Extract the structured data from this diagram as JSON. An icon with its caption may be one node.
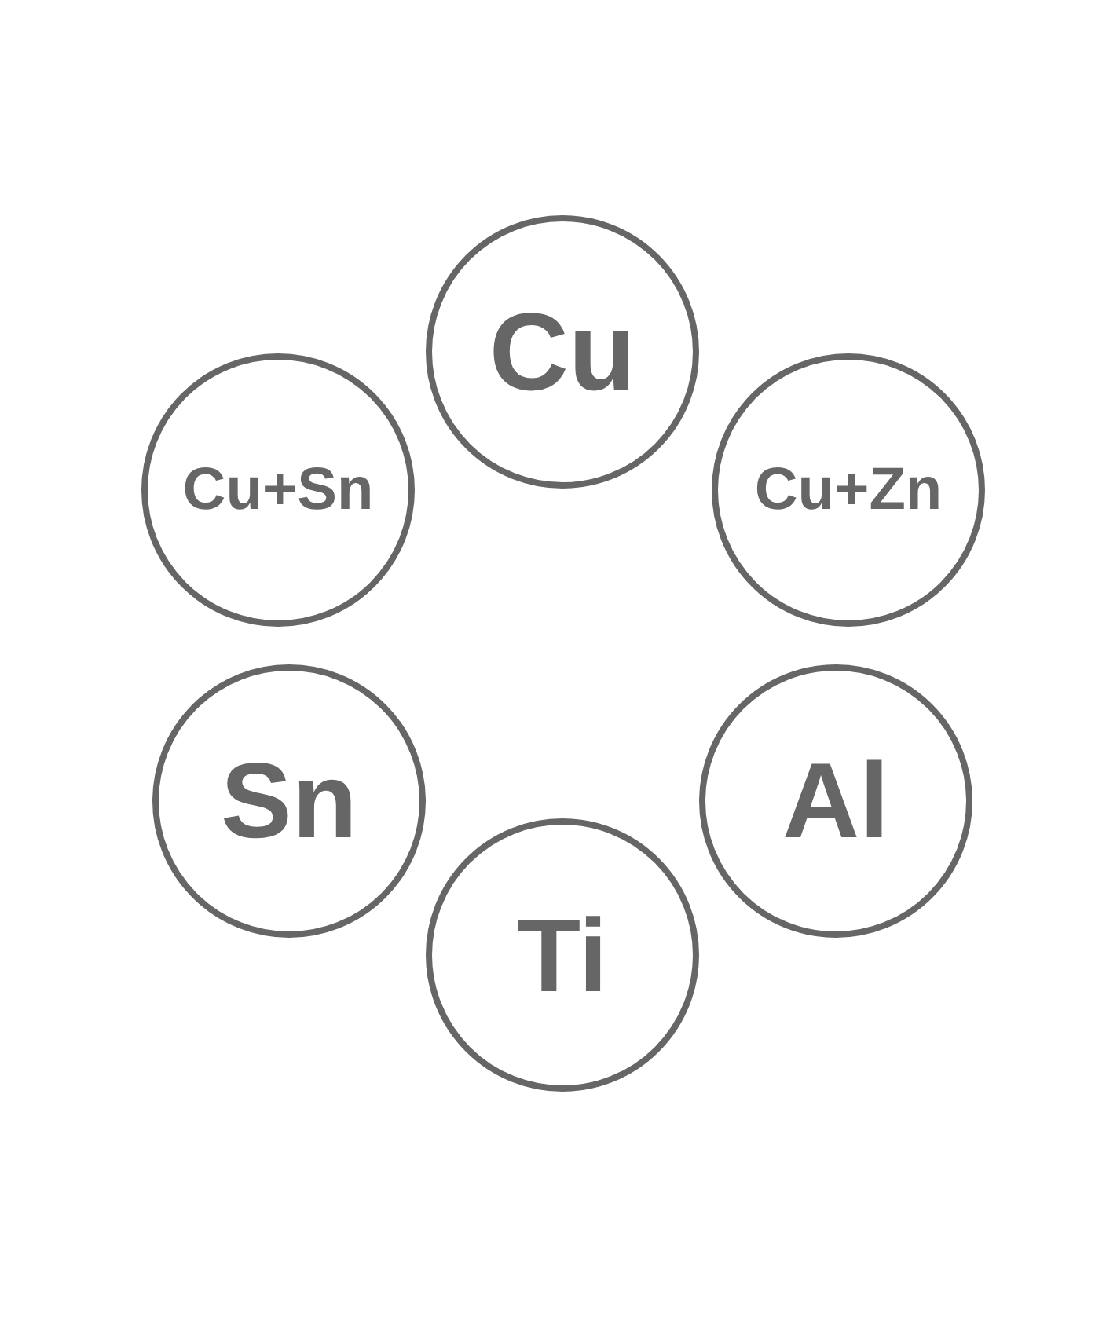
{
  "diagram": {
    "nodes": [
      {
        "text": [
          "Cu"
        ]
      },
      {
        "text": [
          "Cu+Sn"
        ]
      },
      {
        "text": [
          "Cu+Zn"
        ]
      },
      {
        "text": [
          "Sn"
        ]
      },
      {
        "text": [
          "Al"
        ]
      },
      {
        "text": [
          "Ti"
        ]
      }
    ]
  }
}
